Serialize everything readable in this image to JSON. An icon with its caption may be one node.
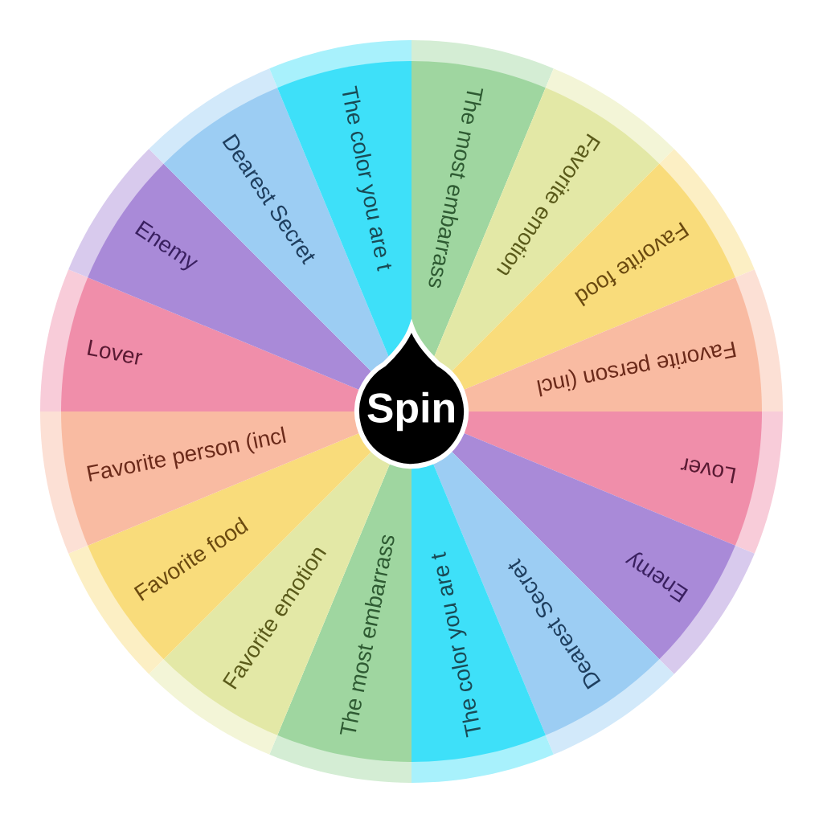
{
  "diagram": {
    "nodes": [
      {
        "text": [
          "The most embarrass"
        ]
      },
      {
        "text": [
          "Favorite emotion"
        ]
      },
      {
        "text": [
          "Favorite food"
        ]
      },
      {
        "text": [
          "Favorite person (incl"
        ]
      },
      {
        "text": [
          "Lover"
        ]
      },
      {
        "text": [
          "Enemy"
        ]
      },
      {
        "text": [
          "Dearest Secret"
        ]
      },
      {
        "text": [
          "The color you are t"
        ]
      },
      {
        "text": [
          "The most embarrass"
        ]
      },
      {
        "text": [
          "Favorite emotion"
        ]
      },
      {
        "text": [
          "Favorite food"
        ]
      },
      {
        "text": [
          "Favorite person (incl"
        ]
      },
      {
        "text": [
          "Lover"
        ]
      },
      {
        "text": [
          "Enemy"
        ]
      },
      {
        "text": [
          "Dearest Secret"
        ]
      },
      {
        "text": [
          "The color you are t"
        ]
      },
      {
        "text": [
          "Spin"
        ]
      }
    ]
  }
}
